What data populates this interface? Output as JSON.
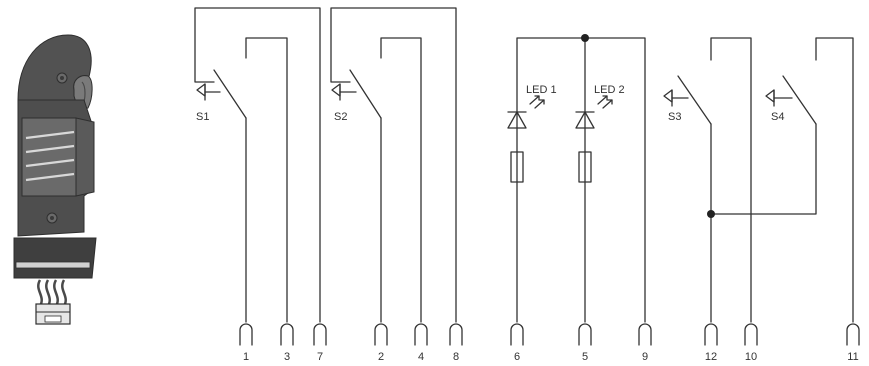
{
  "device": {
    "name_icon": "joystick-handle-icon"
  },
  "switches": [
    {
      "label": "S1"
    },
    {
      "label": "S2"
    },
    {
      "label": "S3"
    },
    {
      "label": "S4"
    }
  ],
  "leds": [
    {
      "label": "LED 1"
    },
    {
      "label": "LED 2"
    }
  ],
  "pins": [
    "1",
    "3",
    "7",
    "2",
    "4",
    "8",
    "6",
    "5",
    "9",
    "12",
    "10",
    "11"
  ],
  "colors": {
    "line": "#333333",
    "handle_dark": "#4a4a4a",
    "handle_mid": "#6e6e6e"
  }
}
